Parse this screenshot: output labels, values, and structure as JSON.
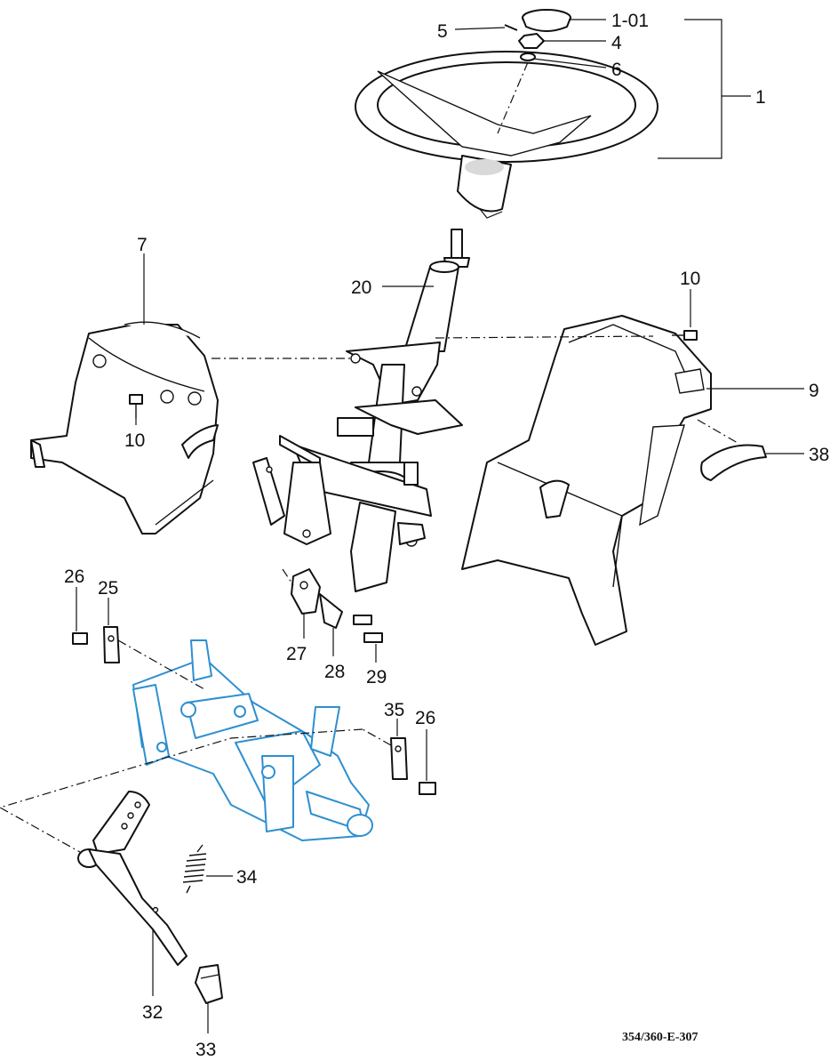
{
  "diagram": {
    "title": "Steering column and pedal assembly exploded view",
    "reference_code": "354/360-E-307",
    "accent_color": "#2e8fd0",
    "callouts": {
      "c1_01": "1-01",
      "c4": "4",
      "c5": "5",
      "c6": "6",
      "c1": "1",
      "c7": "7",
      "c20": "20",
      "c10a": "10",
      "c10b": "10",
      "c9": "9",
      "c38": "38",
      "c26a": "26",
      "c25": "25",
      "c27": "27",
      "c28": "28",
      "c29": "29",
      "c35": "35",
      "c26b": "26",
      "c34": "34",
      "c32": "32",
      "c33": "33"
    }
  }
}
